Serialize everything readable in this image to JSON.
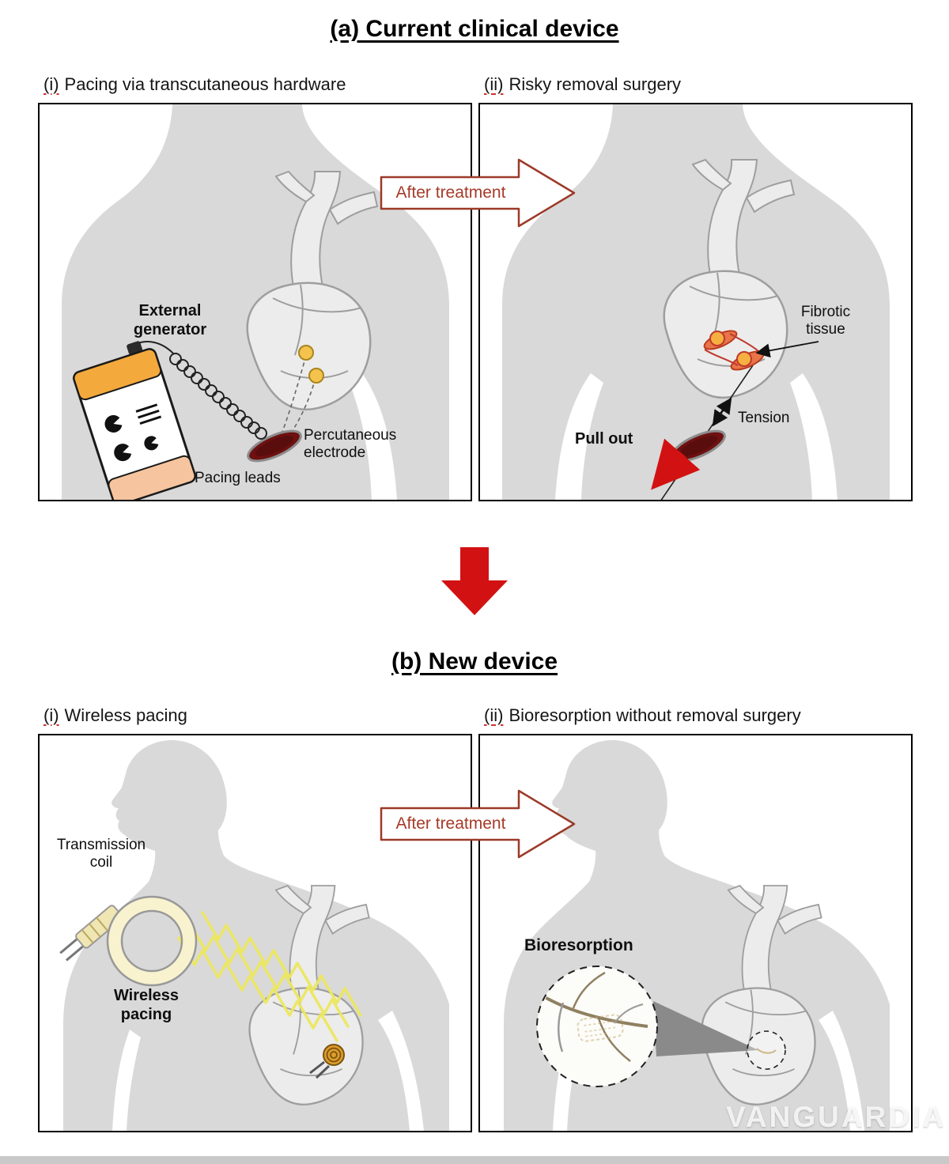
{
  "figure": {
    "section_a": {
      "title": "(a) Current clinical device",
      "after_treatment_label": "After treatment",
      "panels": [
        {
          "id": "a-i",
          "prefix": "(i)",
          "label": "Pacing via transcutaneous hardware",
          "annotations": {
            "external_generator": "External generator",
            "percutaneous_electrode": "Percutaneous electrode",
            "pacing_leads": "Pacing leads"
          }
        },
        {
          "id": "a-ii",
          "prefix": "(ii)",
          "label": "Risky removal surgery",
          "annotations": {
            "fibrotic_tissue": "Fibrotic tissue",
            "tension": "Tension",
            "pull_out": "Pull out"
          }
        }
      ]
    },
    "section_b": {
      "title": "(b) New device",
      "after_treatment_label": "After treatment",
      "panels": [
        {
          "id": "b-i",
          "prefix": "(i)",
          "label": "Wireless pacing",
          "annotations": {
            "transmission_coil": "Transmission coil",
            "wireless_pacing": "Wireless pacing"
          }
        },
        {
          "id": "b-ii",
          "prefix": "(ii)",
          "label": "Bioresorption without removal surgery",
          "annotations": {
            "bioresorption": "Bioresorption"
          }
        }
      ]
    },
    "watermark": "VANGUARDIA",
    "colors": {
      "accent_red": "#d21212",
      "arrow_text_red": "#a63a28",
      "electrode_maroon": "#6d1111",
      "generator_orange": "#f4a93c",
      "generator_peach": "#f6c49e",
      "electrode_yellow": "#f3c34d",
      "wave_yellow": "#ece75f",
      "coil_cream": "#f8f2cf",
      "body_gray": "#d9d9d9"
    }
  }
}
